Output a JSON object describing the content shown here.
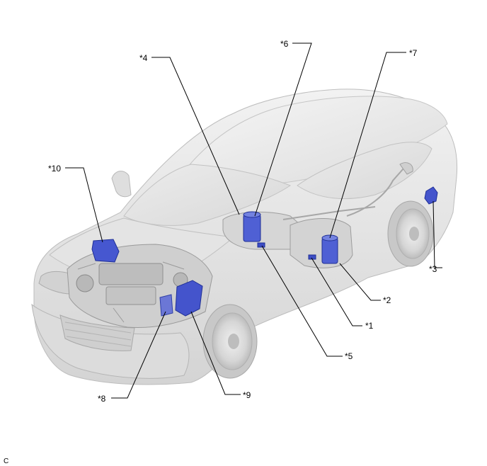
{
  "callouts": [
    {
      "id": "c1",
      "label": "*1"
    },
    {
      "id": "c2",
      "label": "*2"
    },
    {
      "id": "c3",
      "label": "*3"
    },
    {
      "id": "c4",
      "label": "*4"
    },
    {
      "id": "c5",
      "label": "*5"
    },
    {
      "id": "c6",
      "label": "*6"
    },
    {
      "id": "c7",
      "label": "*7"
    },
    {
      "id": "c8",
      "label": "*8"
    },
    {
      "id": "c9",
      "label": "*9"
    },
    {
      "id": "c10",
      "label": "*10"
    }
  ],
  "corner_code": "C",
  "colors": {
    "highlight": "#3a4fc8",
    "highlight_dark": "#1f2f96",
    "car_body": "#e7e7e7",
    "car_shadow": "#c9c9c9",
    "line": "#000000"
  }
}
